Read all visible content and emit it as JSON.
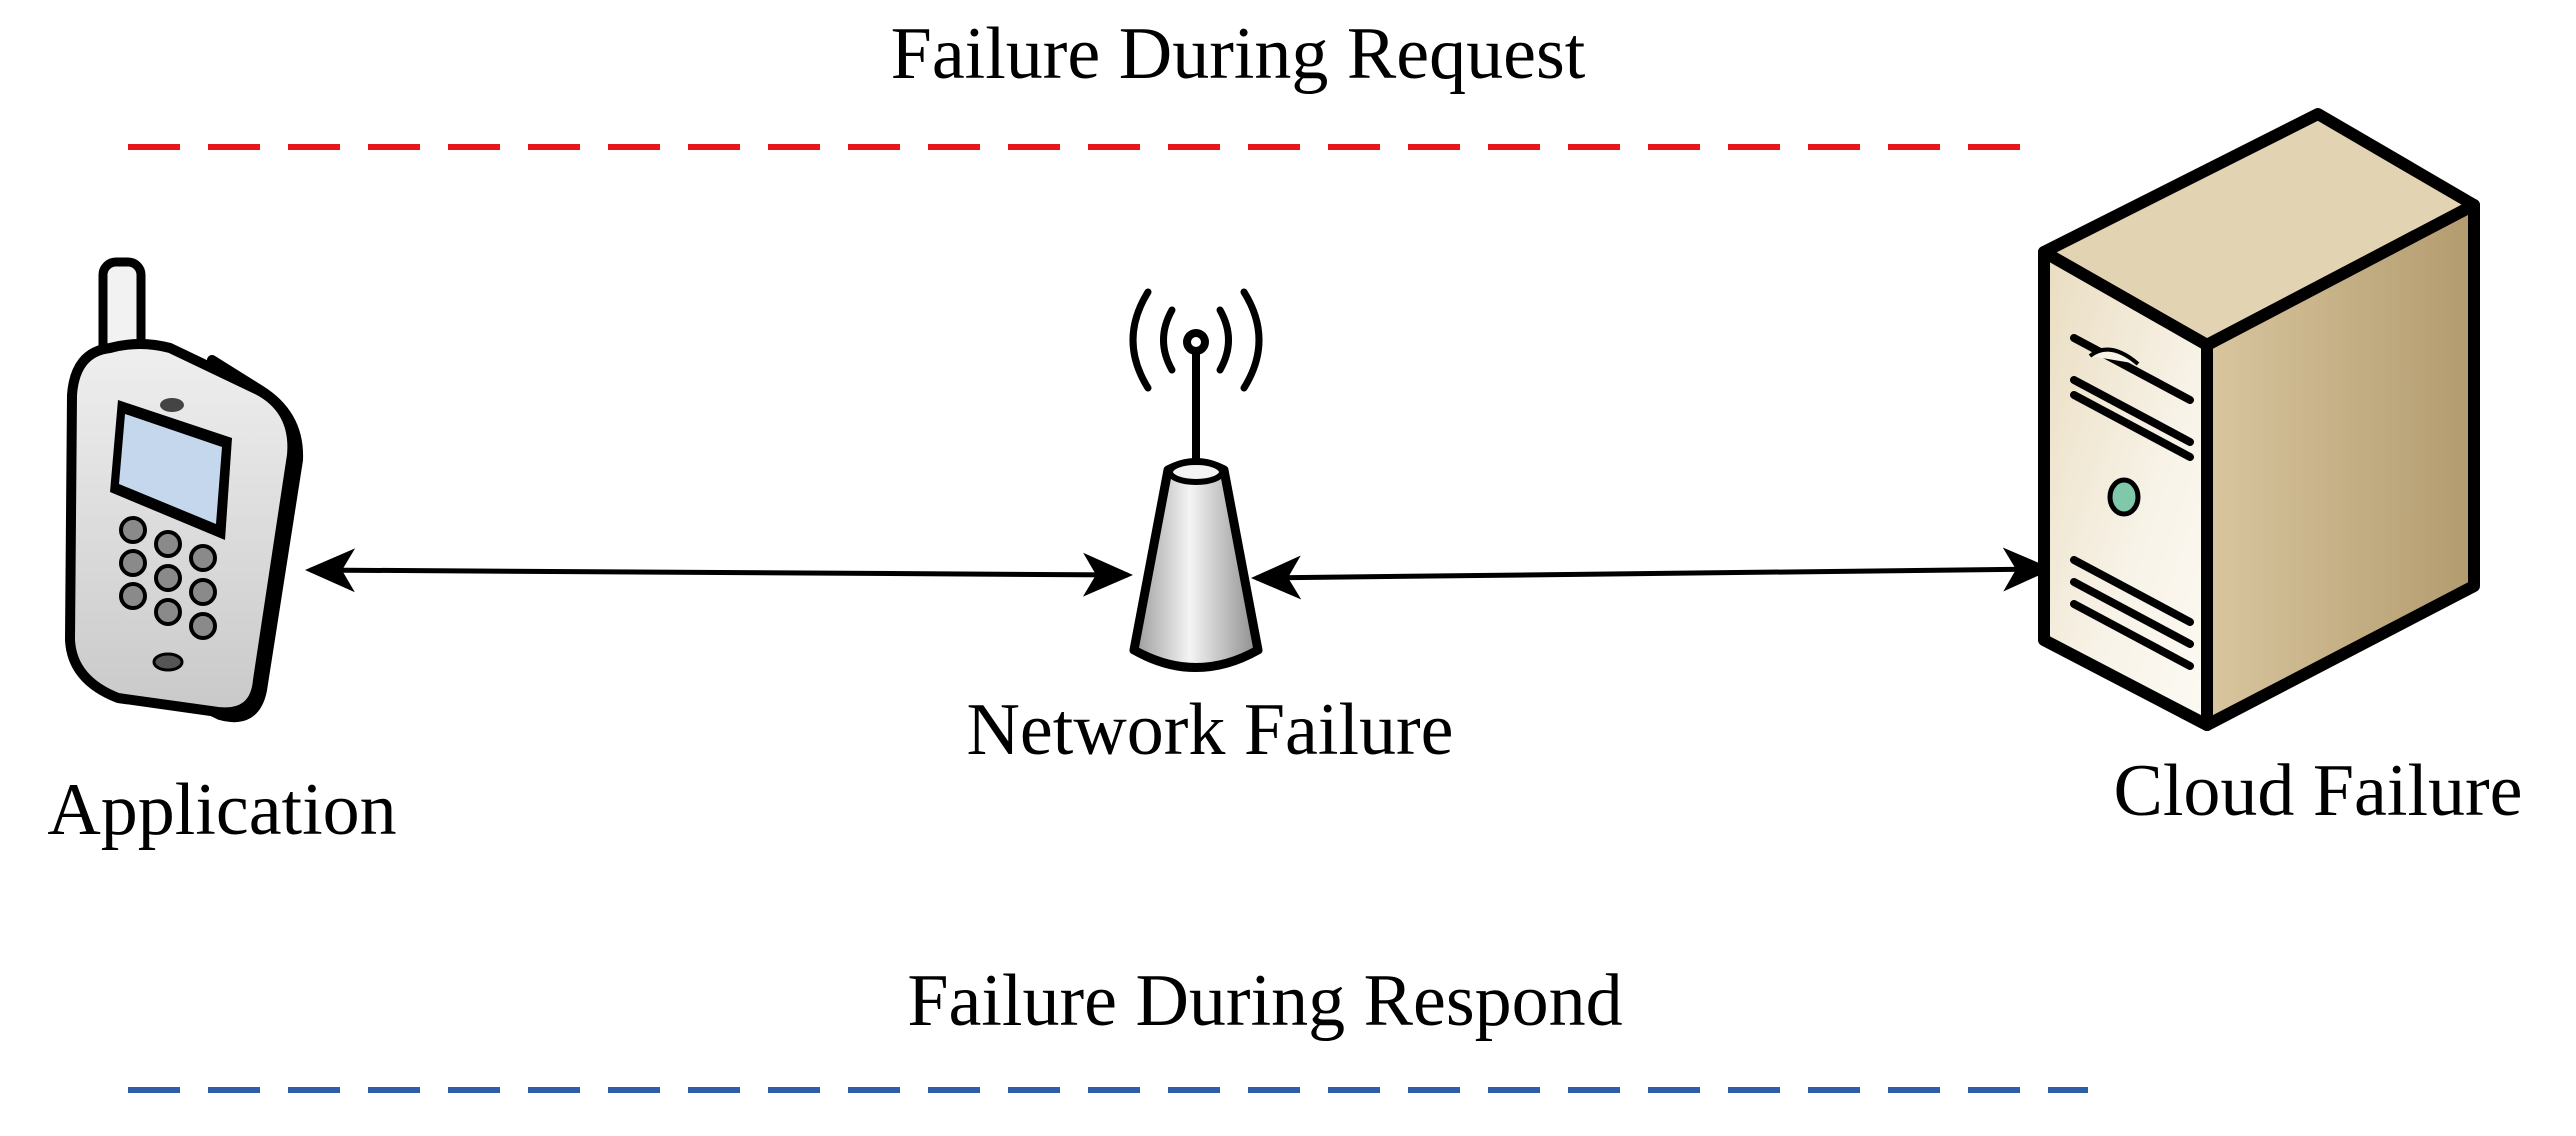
{
  "labels": {
    "request": "Failure During Request",
    "respond": "Failure During Respond",
    "application": "Application",
    "network": "Network Failure",
    "cloud": "Cloud Failure"
  },
  "colors": {
    "request_line": "#e8161b",
    "respond_line": "#2e5ea8",
    "connector": "#000000",
    "phone_side": "#a9c1e0",
    "phone_body": "#d8d8d8",
    "phone_screen": "#c5d7ec",
    "server_front": "#f3ecdc",
    "server_side": "#c4b08a",
    "server_top": "#e2d3b2",
    "server_light": "#7fc8a9"
  },
  "icons": {
    "application": "mobile-phone-icon",
    "network": "wireless-antenna-icon",
    "cloud": "server-tower-icon"
  }
}
